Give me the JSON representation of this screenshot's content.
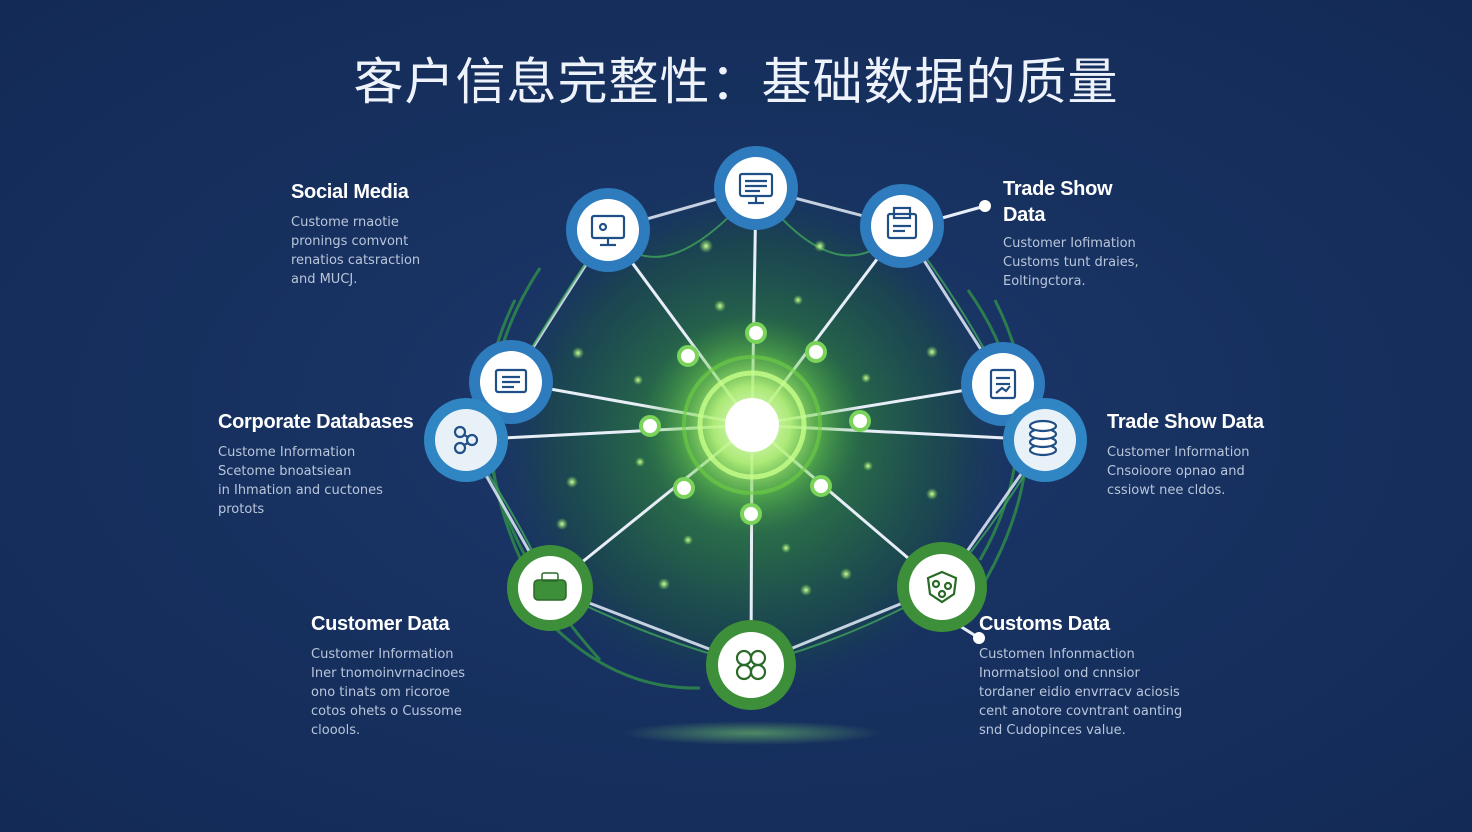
{
  "title": "客户信息完整性：基础数据的质量",
  "labels": {
    "social_media": {
      "heading": "Social Media",
      "lines": [
        "Custome rnaotie",
        "pronings comvont",
        "renatios catsraction",
        "and MUCJ."
      ]
    },
    "corporate_databases": {
      "heading": "Corporate Databases",
      "lines": [
        "Custome Information",
        "Scetome bnoatsiean",
        "in Ihmation and cuctones",
        "protots"
      ]
    },
    "customer_data": {
      "heading": "Customer Data",
      "lines": [
        "Customer Information",
        "Iner tnomoinvrnacinoes",
        "ono tinats om ricoroe",
        "cotos ohets o Cussome",
        "cloools."
      ]
    },
    "trade_show_data_top": {
      "heading_line1": "Trade Show",
      "heading_line2": "Data",
      "lines": [
        "Customer Iofimation",
        "Customs tunt draies,",
        "Eoltingctora."
      ]
    },
    "trade_show_data": {
      "heading": "Trade Show Data",
      "lines": [
        "Customer Information",
        "Cnsoioore opnao and",
        "cssiowt nee cldos."
      ]
    },
    "customs_data": {
      "heading": "Customs Data",
      "lines": [
        "Customen Infonmaction",
        "Inormatsiool ond cnnsior",
        "tordaner eidio envrracv aciosis",
        "cent anotore covntrant oanting",
        "snd Cudopinces value."
      ]
    }
  },
  "nodes": [
    {
      "id": "top",
      "icon": "monitor-data-icon",
      "accent": "blue"
    },
    {
      "id": "upper-left",
      "icon": "computer-screen-icon",
      "accent": "blue"
    },
    {
      "id": "upper-right",
      "icon": "printer-document-icon",
      "accent": "blue"
    },
    {
      "id": "left-upper",
      "icon": "database-record-icon",
      "accent": "blue"
    },
    {
      "id": "left",
      "icon": "network-nodes-icon",
      "accent": "blue"
    },
    {
      "id": "right-upper",
      "icon": "document-chart-icon",
      "accent": "blue"
    },
    {
      "id": "right",
      "icon": "storage-stack-icon",
      "accent": "blue"
    },
    {
      "id": "lower-left",
      "icon": "briefcase-data-icon",
      "accent": "green"
    },
    {
      "id": "bottom",
      "icon": "cluster-icon",
      "accent": "green"
    },
    {
      "id": "lower-right",
      "icon": "shield-network-icon",
      "accent": "green"
    }
  ],
  "colors": {
    "background": "#173160",
    "blue_ring": "#2e7bbd",
    "green_ring": "#3e8f3a",
    "hub_glow": "#a8f06a",
    "network_green": "#2f8a4a"
  }
}
